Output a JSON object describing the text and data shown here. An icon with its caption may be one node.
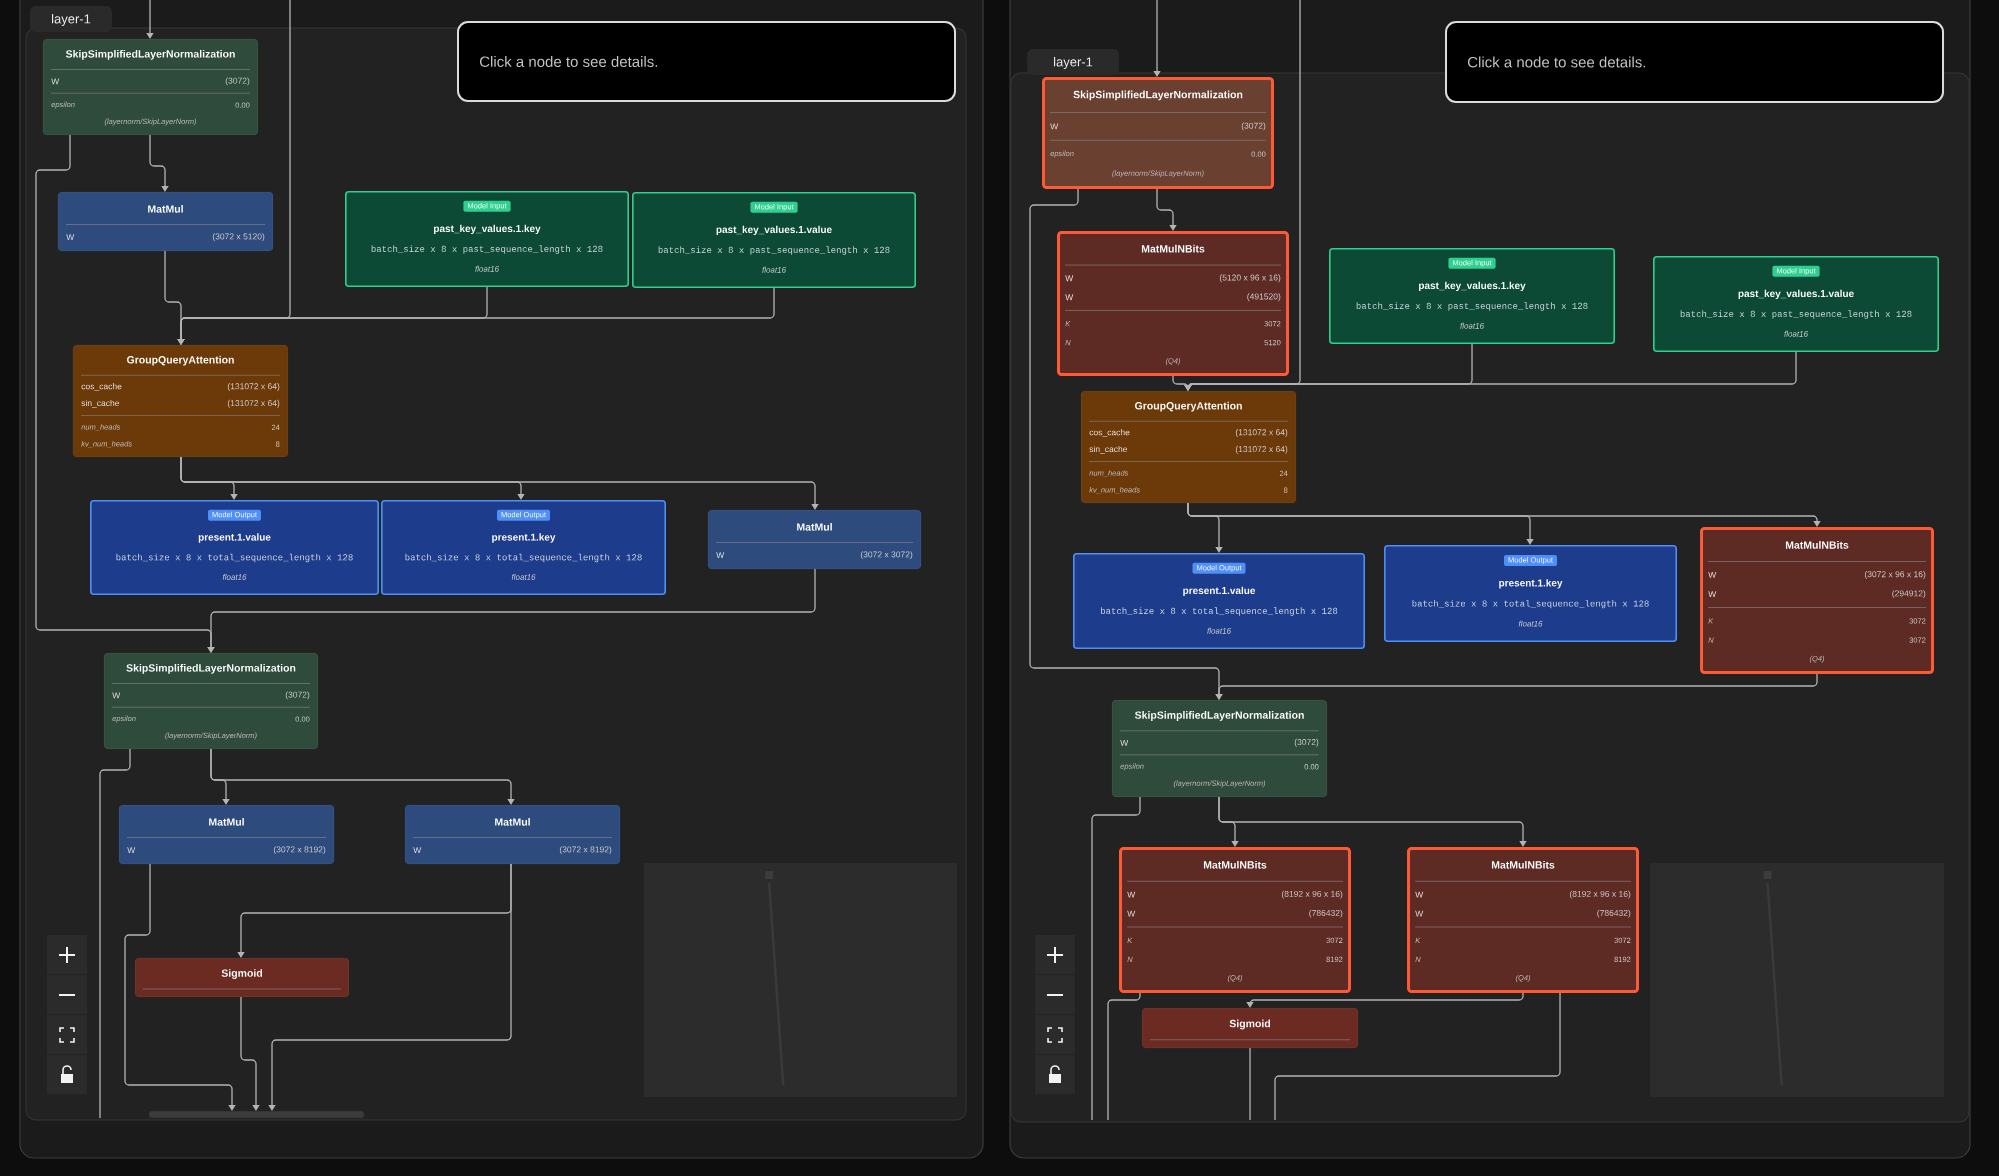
{
  "diagram": {
    "nodes": [
      {
        "text": [
          "layer-1"
        ]
      },
      {
        "text": [
          "Click a node to see details."
        ]
      },
      {
        "text": [
          "SkipSimplifiedLayerNormalization",
          "W",
          "(3072)",
          "epsilon",
          "0.00",
          "(layernorm/SkipLayerNorm)"
        ],
        "in": 0
      },
      {
        "text": [
          "MatMul",
          "W",
          "(3072 x 5120)"
        ],
        "in": 0
      },
      {
        "text": [
          "Model Input",
          "past_key_values.1.key",
          "batch_size x 8 x past_sequence_length x 128",
          "float16"
        ],
        "in": 0
      },
      {
        "text": [
          "Model Input",
          "past_key_values.1.value",
          "batch_size x 8 x past_sequence_length x 128",
          "float16"
        ],
        "in": 0
      },
      {
        "text": [
          "GroupQueryAttention",
          "cos_cache",
          "(131072 x 64)",
          "sin_cache",
          "(131072 x 64)",
          "num_heads",
          "24",
          "kv_num_heads",
          "8"
        ],
        "in": 0
      },
      {
        "text": [
          "Model Output",
          "present.1.value",
          "batch_size x 8 x total_sequence_length x 128",
          "float16"
        ],
        "in": 0
      },
      {
        "text": [
          "Model Output",
          "present.1.key",
          "batch_size x 8 x total_sequence_length x 128",
          "float16"
        ],
        "in": 0
      },
      {
        "text": [
          "MatMul",
          "W",
          "(3072 x 3072)"
        ],
        "in": 0
      },
      {
        "text": [
          "SkipSimplifiedLayerNormalization",
          "W",
          "(3072)",
          "epsilon",
          "0.00",
          "(layernorm/SkipLayerNorm)"
        ],
        "in": 0
      },
      {
        "text": [
          "MatMul",
          "W",
          "(3072 x 8192)"
        ],
        "in": 0
      },
      {
        "text": [
          "MatMul",
          "W",
          "(3072 x 8192)"
        ],
        "in": 0
      },
      {
        "text": [
          "Sigmoid"
        ],
        "in": 0
      },
      {
        "text": [],
        "shape": "box",
        "in": 0
      },
      {
        "text": [
          "layer-1"
        ]
      },
      {
        "text": [
          "Click a node to see details."
        ]
      },
      {
        "text": [
          "SkipSimplifiedLayerNormalization",
          "W",
          "(3072)",
          "epsilon",
          "0.00",
          "(layernorm/SkipLayerNorm)"
        ],
        "in": 15
      },
      {
        "text": [
          "MatMulNBits",
          "W",
          "(5120 x 96 x 16)",
          "W",
          "(491520)",
          "K",
          "3072",
          "N",
          "5120",
          "(Q4)"
        ],
        "in": 15
      },
      {
        "text": [
          "Model Input",
          "past_key_values.1.key",
          "batch_size x 8 x past_sequence_length x 128",
          "float16"
        ],
        "in": 15
      },
      {
        "text": [
          "Model Input",
          "past_key_values.1.value",
          "batch_size x 8 x past_sequence_length x 128",
          "float16"
        ],
        "in": 15
      },
      {
        "text": [
          "GroupQueryAttention",
          "cos_cache",
          "(131072 x 64)",
          "sin_cache",
          "(131072 x 64)",
          "num_heads",
          "24",
          "kv_num_heads",
          "8"
        ],
        "in": 15
      },
      {
        "text": [
          "Model Output",
          "present.1.value",
          "batch_size x 8 x total_sequence_length x 128",
          "float16"
        ],
        "in": 15
      },
      {
        "text": [
          "Model Output",
          "present.1.key",
          "batch_size x 8 x total_sequence_length x 128",
          "float16"
        ],
        "in": 15
      },
      {
        "text": [
          "MatMulNBits",
          "W",
          "(3072 x 96 x 16)",
          "W",
          "(294912)",
          "K",
          "3072",
          "N",
          "3072",
          "(Q4)"
        ],
        "in": 15
      },
      {
        "text": [
          "SkipSimplifiedLayerNormalization",
          "W",
          "(3072)",
          "epsilon",
          "0.00",
          "(layernorm/SkipLayerNorm)"
        ],
        "in": 15
      },
      {
        "text": [
          "MatMulNBits",
          "W",
          "(8192 x 96 x 16)",
          "W",
          "(786432)",
          "K",
          "3072",
          "N",
          "8192",
          "(Q4)"
        ],
        "in": 15
      },
      {
        "text": [
          "MatMulNBits",
          "W",
          "(8192 x 96 x 16)",
          "W",
          "(786432)",
          "K",
          "3072",
          "N",
          "8192",
          "(Q4)"
        ],
        "in": 15
      },
      {
        "text": [
          "Sigmoid"
        ],
        "in": 15
      }
    ],
    "edges": [
      {
        "from": null,
        "to": 2,
        "arrow": "to"
      },
      {
        "from": 2,
        "to": 3,
        "arrow": "to"
      },
      {
        "from": null,
        "to": 6,
        "arrow": "to"
      },
      {
        "from": 3,
        "to": 6,
        "arrow": "to"
      },
      {
        "from": 4,
        "to": 6,
        "arrow": "to"
      },
      {
        "from": 5,
        "to": 6,
        "arrow": "to"
      },
      {
        "from": 6,
        "to": 7,
        "arrow": "to"
      },
      {
        "from": 6,
        "to": 8,
        "arrow": "to"
      },
      {
        "from": 6,
        "to": 9,
        "arrow": "to"
      },
      {
        "from": 2,
        "to": 10,
        "arrow": "to"
      },
      {
        "from": 9,
        "to": 10,
        "arrow": "to"
      },
      {
        "from": 10,
        "to": 11,
        "arrow": "to"
      },
      {
        "from": 10,
        "to": 12,
        "arrow": "to"
      },
      {
        "from": 12,
        "to": 13,
        "arrow": "to"
      },
      {
        "from": 12,
        "to": 14,
        "arrow": "to"
      },
      {
        "from": 13,
        "to": 14,
        "arrow": "to"
      },
      {
        "from": 11,
        "to": 14,
        "arrow": "to"
      },
      {
        "from": 10,
        "to": null,
        "arrow": "none"
      },
      {
        "from": null,
        "to": 17,
        "arrow": "to"
      },
      {
        "from": null,
        "to": 21,
        "arrow": "to"
      },
      {
        "from": 17,
        "to": 18,
        "arrow": "to"
      },
      {
        "from": 18,
        "to": 21,
        "arrow": "to"
      },
      {
        "from": 19,
        "to": 21,
        "arrow": "to"
      },
      {
        "from": 20,
        "to": 21,
        "arrow": "to"
      },
      {
        "from": 21,
        "to": 22,
        "arrow": "to"
      },
      {
        "from": 21,
        "to": 23,
        "arrow": "to"
      },
      {
        "from": 21,
        "to": 24,
        "arrow": "to"
      },
      {
        "from": 17,
        "to": 25,
        "arrow": "to"
      },
      {
        "from": 24,
        "to": 25,
        "arrow": "to"
      },
      {
        "from": 25,
        "to": 26,
        "arrow": "to"
      },
      {
        "from": 25,
        "to": 27,
        "arrow": "to"
      },
      {
        "from": 27,
        "to": 28,
        "arrow": "to"
      },
      {
        "from": 26,
        "to": null,
        "arrow": "none"
      },
      {
        "from": 28,
        "to": null,
        "arrow": "none"
      },
      {
        "from": 27,
        "to": null,
        "arrow": "none"
      },
      {
        "from": 25,
        "to": null,
        "arrow": "none"
      }
    ]
  }
}
